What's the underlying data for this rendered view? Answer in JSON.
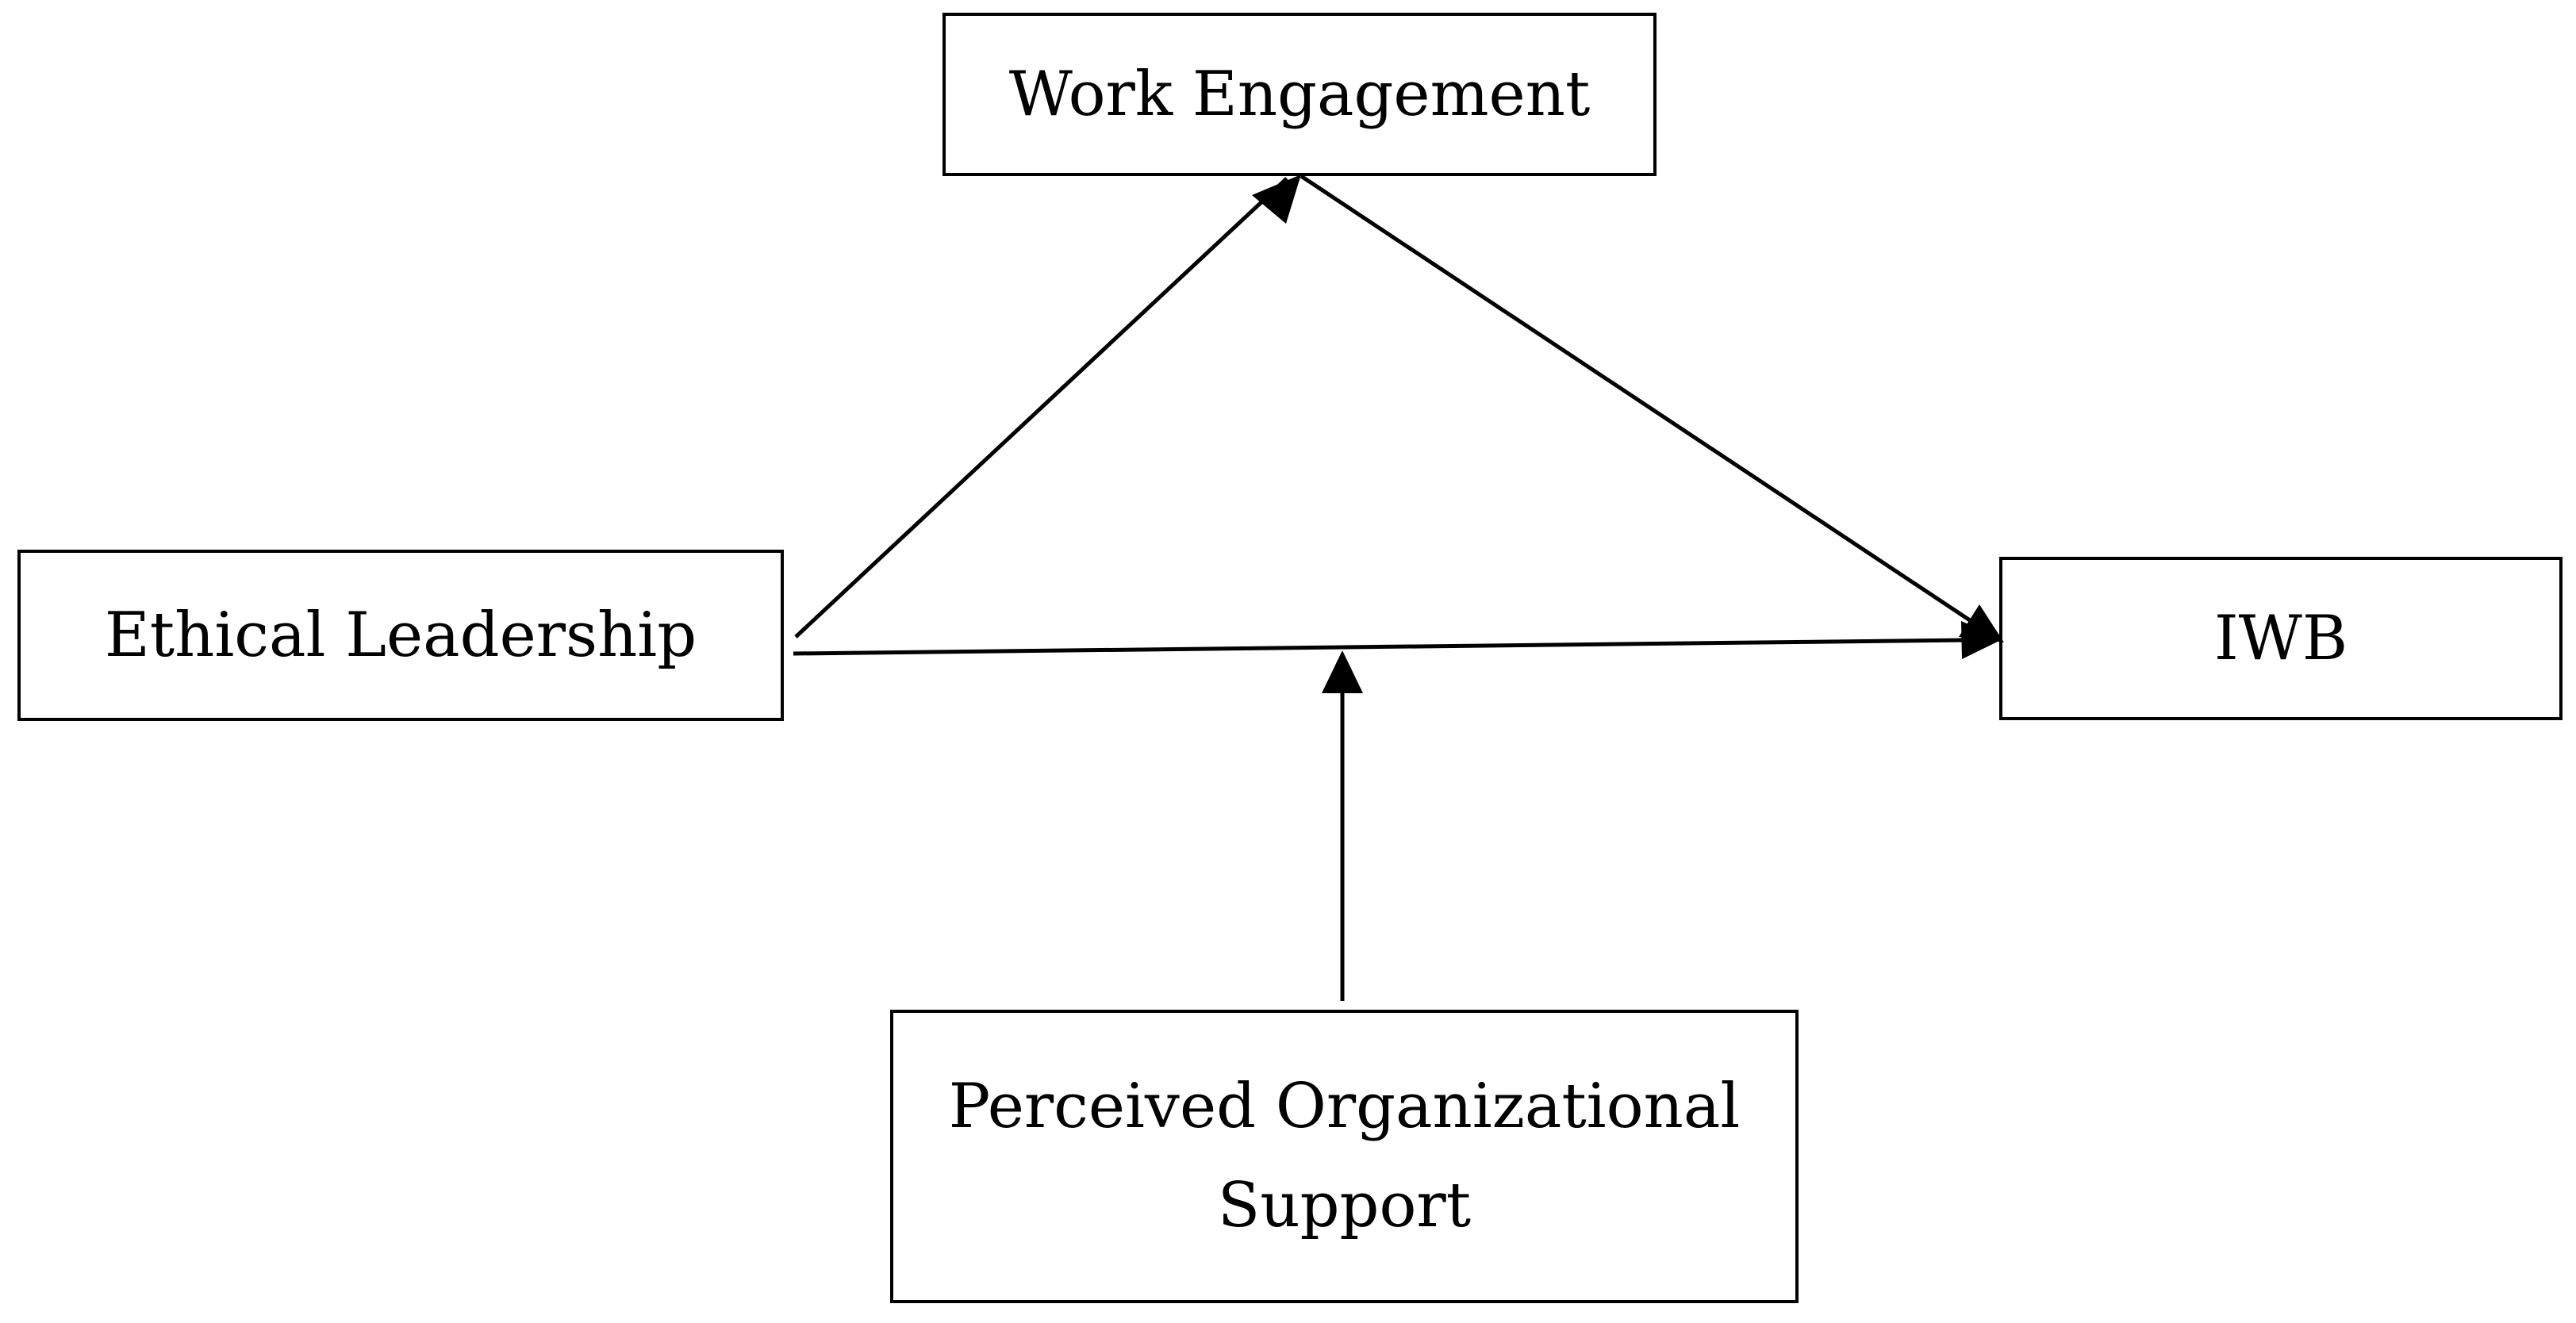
{
  "nodes": {
    "work_engagement": "Work Engagement",
    "ethical_leadership": "Ethical Leadership",
    "iwb": "IWB",
    "pos_line1": "Perceived Organizational",
    "pos_line2": "Support"
  },
  "colors": {
    "stroke": "#000000",
    "background": "#ffffff"
  }
}
